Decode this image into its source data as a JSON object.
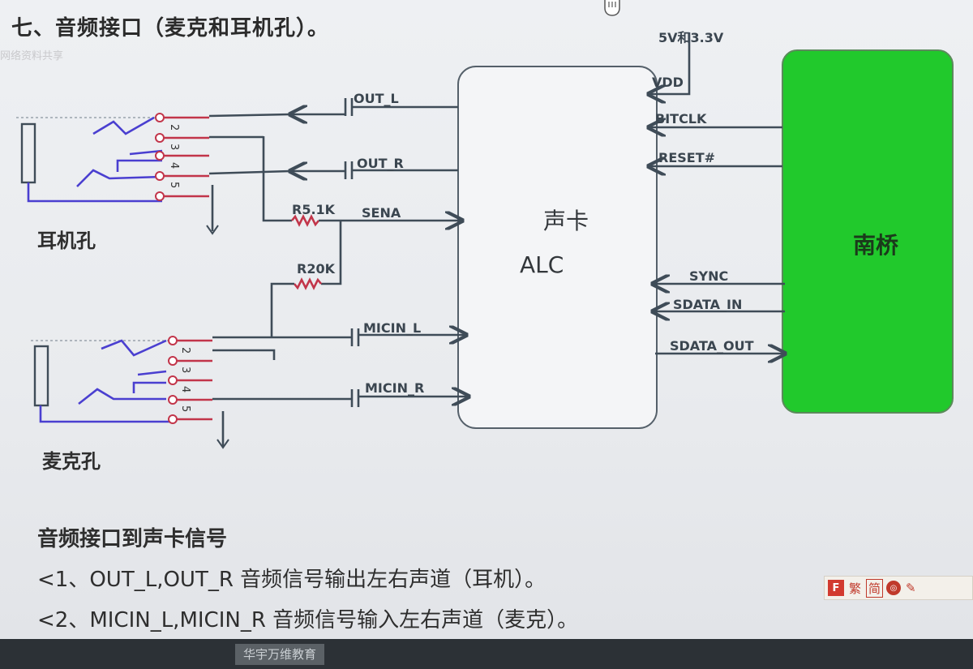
{
  "slide": {
    "heading": "七、音频接口（麦克和耳机孔）。",
    "faint_note": "网络资料共享"
  },
  "diagram": {
    "sound_card": {
      "title": "声卡",
      "model": "ALC"
    },
    "south_bridge": {
      "label": "南桥",
      "color": "#21c92c"
    },
    "power_label": "5V和3.3V",
    "jack_pins": [
      "2",
      "3",
      "4",
      "5"
    ],
    "headphone_label": "耳机孔",
    "mic_label": "麦克孔",
    "resistors": {
      "r1": "R5.1K",
      "r2": "R20K"
    },
    "signals": {
      "out_l": "OUT_L",
      "out_r": "OUT_R",
      "sena": "SENA",
      "micin_l": "MICIN_L",
      "micin_r": "MICIN_R",
      "vdd": "VDD",
      "bitclk": "BITCLK",
      "reset": "RESET#",
      "sync": "SYNC",
      "sdata_in": "SDATA_IN",
      "sdata_out": "SDATA_OUT"
    }
  },
  "notes": {
    "subtitle": "音频接口到声卡信号",
    "item1": "<1、OUT_L,OUT_R 音频信号输出左右声道（耳机）。",
    "item2": "<2、MICIN_L,MICIN_R 音频信号输入左右声道（麦克）。"
  },
  "ime_toolbar": {
    "logo": "F",
    "traditional": "繁",
    "simplified": "简"
  },
  "taskbar": {
    "app": "华宇万维教育"
  }
}
